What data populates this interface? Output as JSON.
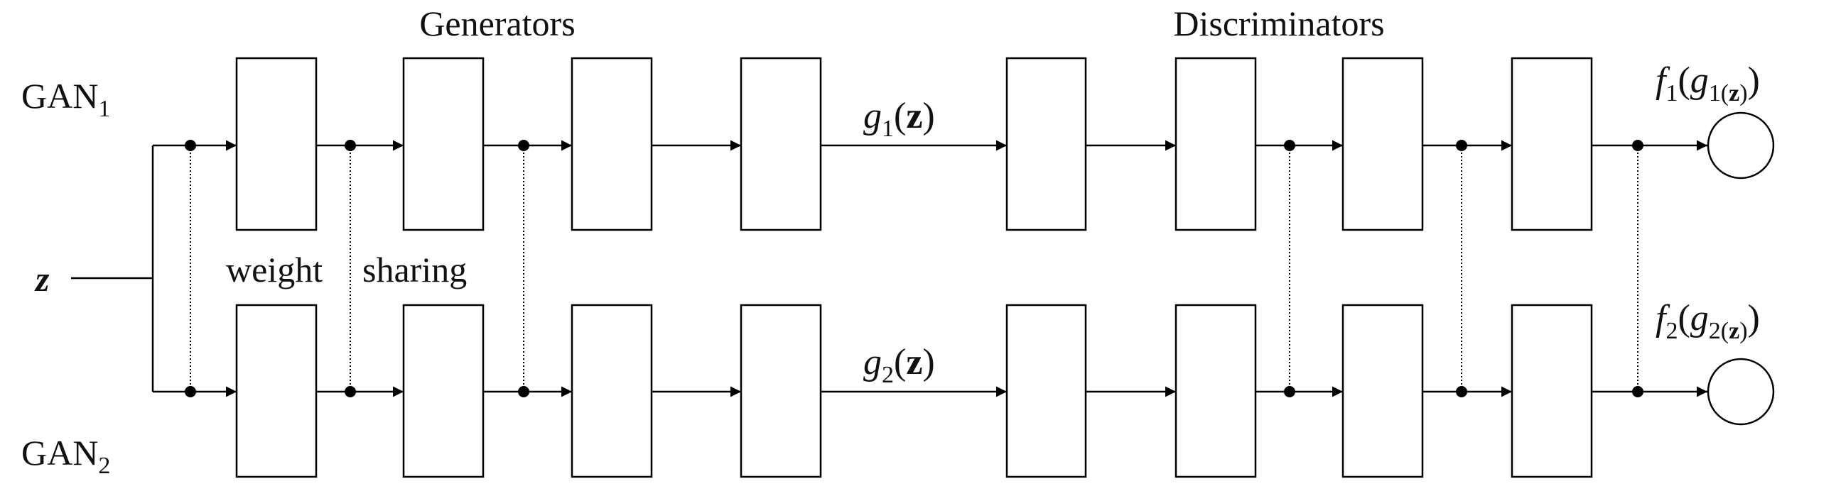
{
  "labels": {
    "generators": "Generators",
    "discriminators": "Discriminators",
    "gan1": "GAN",
    "gan1_sub": "1",
    "gan2": "GAN",
    "gan2_sub": "2",
    "z": "z",
    "weight": "weight",
    "sharing": "sharing",
    "g1z": {
      "fn": "g",
      "sub": "1",
      "open": "(",
      "arg": "z",
      "close": ")"
    },
    "g2z": {
      "fn": "g",
      "sub": "2",
      "open": "(",
      "arg": "z",
      "close": ")"
    },
    "f1": {
      "fn": "f",
      "sub": "1",
      "open": "(",
      "inner_fn": "g",
      "inner_sub": "1(",
      "arg": "z",
      "close_inner": ")",
      "close": ")"
    },
    "f2": {
      "fn": "f",
      "sub": "2",
      "open": "(",
      "inner_fn": "g",
      "inner_sub": "2(",
      "arg": "z",
      "close_inner": ")",
      "close": ")"
    }
  }
}
